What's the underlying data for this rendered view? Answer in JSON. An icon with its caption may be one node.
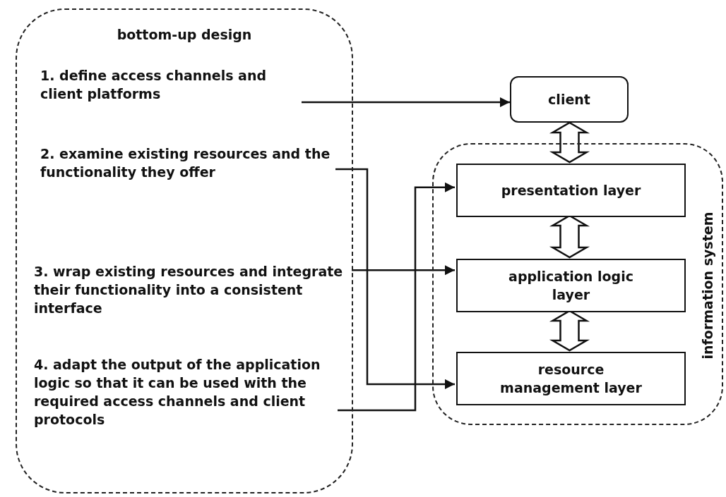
{
  "diagram": {
    "nodes": [
      {
        "text": [
          "bottom-up design"
        ]
      },
      {
        "text": [
          "1. define access channels and client platforms"
        ],
        "in": 0
      },
      {
        "text": [
          "2. examine existing resources and the functionality they offer"
        ],
        "in": 0
      },
      {
        "text": [
          "3. wrap existing resources and integrate their functionality into a consistent interface"
        ],
        "in": 0
      },
      {
        "text": [
          "4. adapt the output of the application logic so that it can be used with the required access channels and client protocols"
        ],
        "in": 0
      },
      {
        "text": [
          "client"
        ]
      },
      {
        "text": [
          "information system"
        ]
      },
      {
        "text": [
          "presentation layer"
        ],
        "in": 6
      },
      {
        "text": [
          "application logic layer"
        ],
        "in": 6
      },
      {
        "text": [
          "resource management layer"
        ],
        "in": 6
      }
    ],
    "edges": [
      {
        "from": 1,
        "to": 5,
        "arrow": "to"
      },
      {
        "from": 2,
        "to": 9,
        "arrow": "to"
      },
      {
        "from": 3,
        "to": 8,
        "arrow": "to"
      },
      {
        "from": 4,
        "to": 7,
        "arrow": "to"
      },
      {
        "from": 5,
        "to": 7,
        "arrow": "both",
        "style": "thick"
      },
      {
        "from": 7,
        "to": 8,
        "arrow": "both",
        "style": "thick"
      },
      {
        "from": 8,
        "to": 9,
        "arrow": "both",
        "style": "thick"
      }
    ]
  }
}
